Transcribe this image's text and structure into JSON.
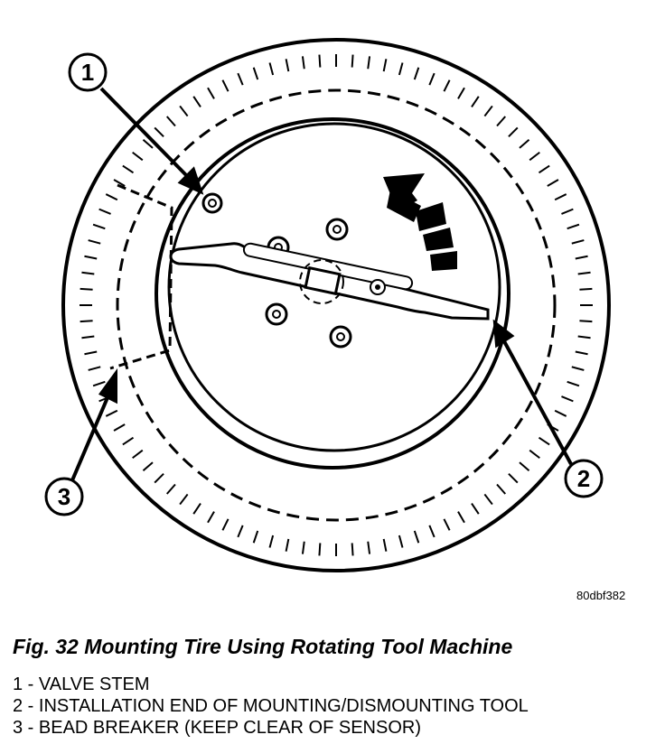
{
  "figure_id": "80dbf382",
  "caption": "Fig. 32 Mounting Tire Using Rotating Tool Machine",
  "callouts": [
    "1",
    "2",
    "3"
  ],
  "legend": [
    "1 - VALVE STEM",
    "2 - INSTALLATION END OF MOUNTING/DISMOUNTING TOOL",
    "3 - BEAD BREAKER (KEEP CLEAR OF SENSOR)"
  ]
}
